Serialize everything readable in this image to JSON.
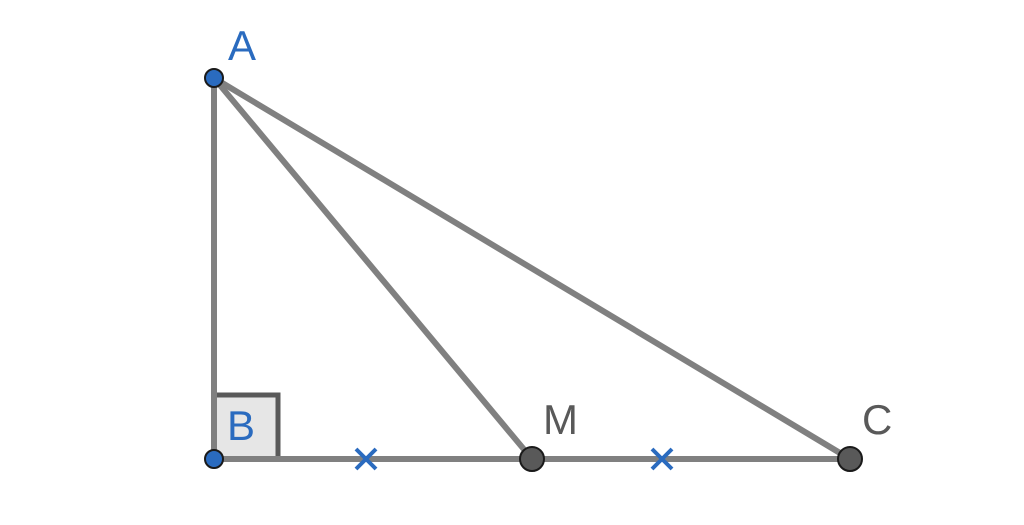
{
  "figure": {
    "points": {
      "A": {
        "label": "A",
        "color": "#2a6bbf"
      },
      "B": {
        "label": "B",
        "color": "#2a6bbf"
      },
      "M": {
        "label": "M",
        "color": "#595959"
      },
      "C": {
        "label": "C",
        "color": "#595959"
      }
    },
    "colors": {
      "segment": "#808080",
      "blue_point": "#2a6bbf",
      "gray_point": "#595959",
      "tick_mark": "#2a6bbf",
      "right_angle_fill": "#e6e6e6"
    },
    "marks": {
      "right_angle_at": "B",
      "equal_segments": [
        "BM",
        "MC"
      ]
    }
  }
}
